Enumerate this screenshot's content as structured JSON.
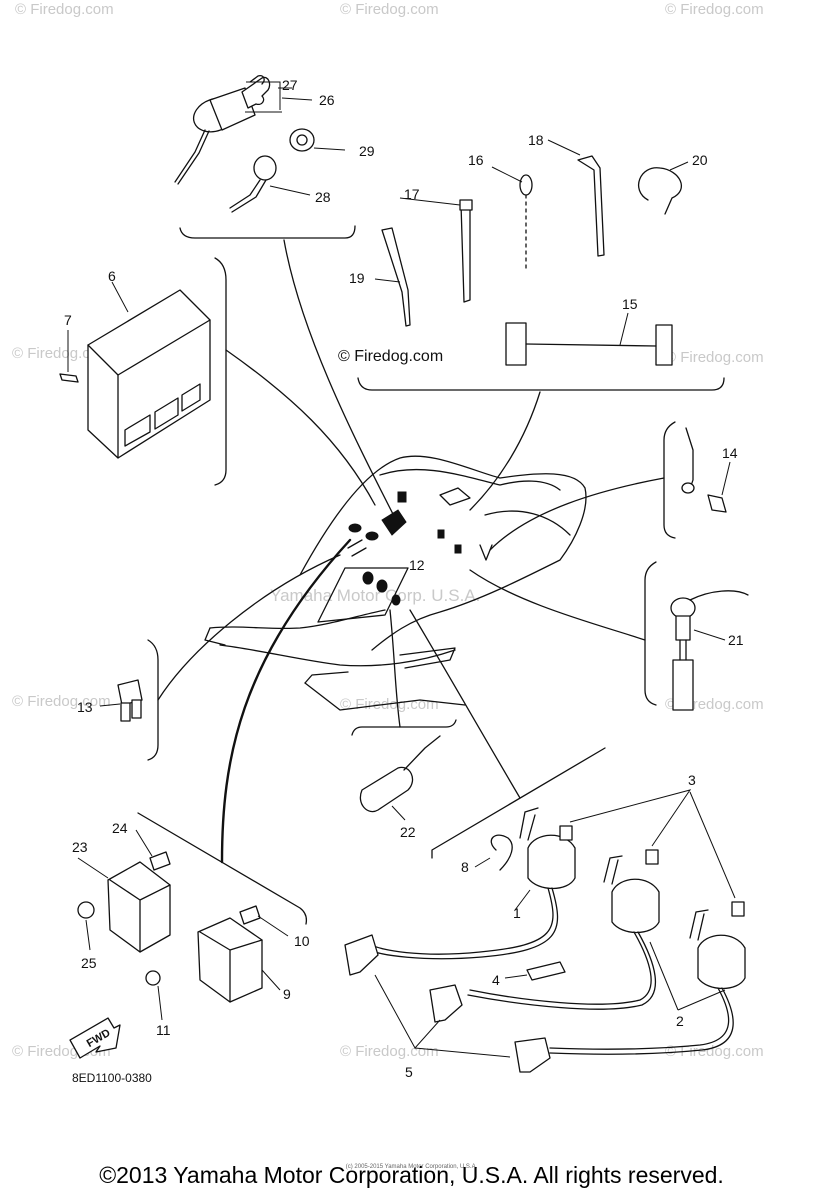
{
  "watermarks": {
    "firedog": "© Firedog.com",
    "center": "© Firedog.com",
    "yamaha": "Yamaha Motor Corp. U.S.A."
  },
  "callouts": [
    "1",
    "2",
    "3",
    "4",
    "5",
    "6",
    "7",
    "8",
    "9",
    "10",
    "11",
    "12",
    "13",
    "14",
    "15",
    "16",
    "17",
    "18",
    "19",
    "20",
    "21",
    "22",
    "23",
    "24",
    "25",
    "26",
    "27",
    "28",
    "29"
  ],
  "fwd_label": "FWD",
  "drawing_code": "8ED1100-0380",
  "footer": {
    "small_text": "(c) 2005-2015 Yamaha Motor Corporation, U.S.A.",
    "copyright": "©2013 Yamaha Motor Corporation, U.S.A. All rights reserved."
  }
}
